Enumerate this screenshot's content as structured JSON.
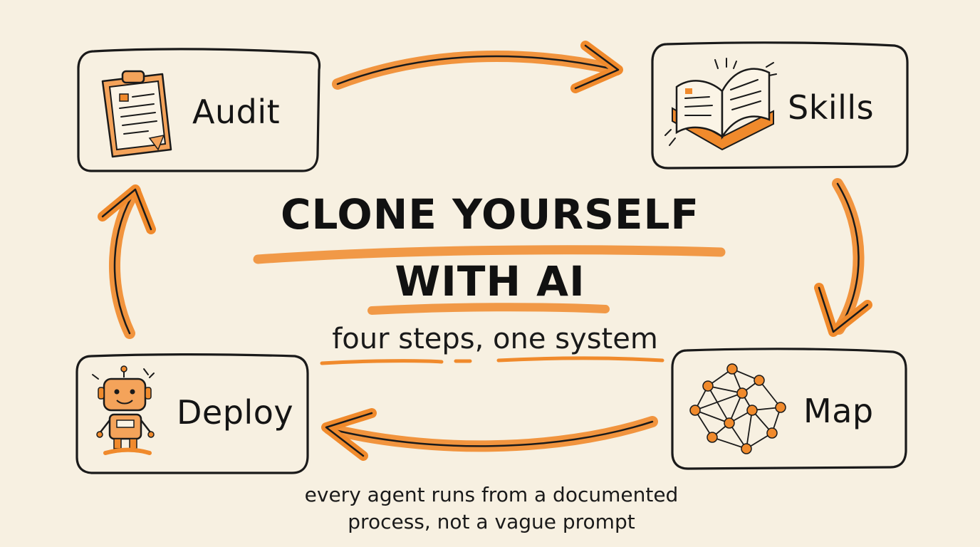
{
  "title": {
    "line1": "CLONE YOURSELF",
    "line2": "WITH AI"
  },
  "subtitle": "four steps, one system",
  "steps": [
    {
      "label": "Audit",
      "icon": "clipboard-icon"
    },
    {
      "label": "Skills",
      "icon": "open-book-icon"
    },
    {
      "label": "Map",
      "icon": "network-graph-icon"
    },
    {
      "label": "Deploy",
      "icon": "robot-icon"
    }
  ],
  "footnote": {
    "line1": "every agent runs from a documented",
    "line2": "process, not a vague prompt"
  },
  "colors": {
    "accent": "#f08a2c",
    "ink": "#1a1a1a",
    "paper": "#f7f0e1"
  }
}
